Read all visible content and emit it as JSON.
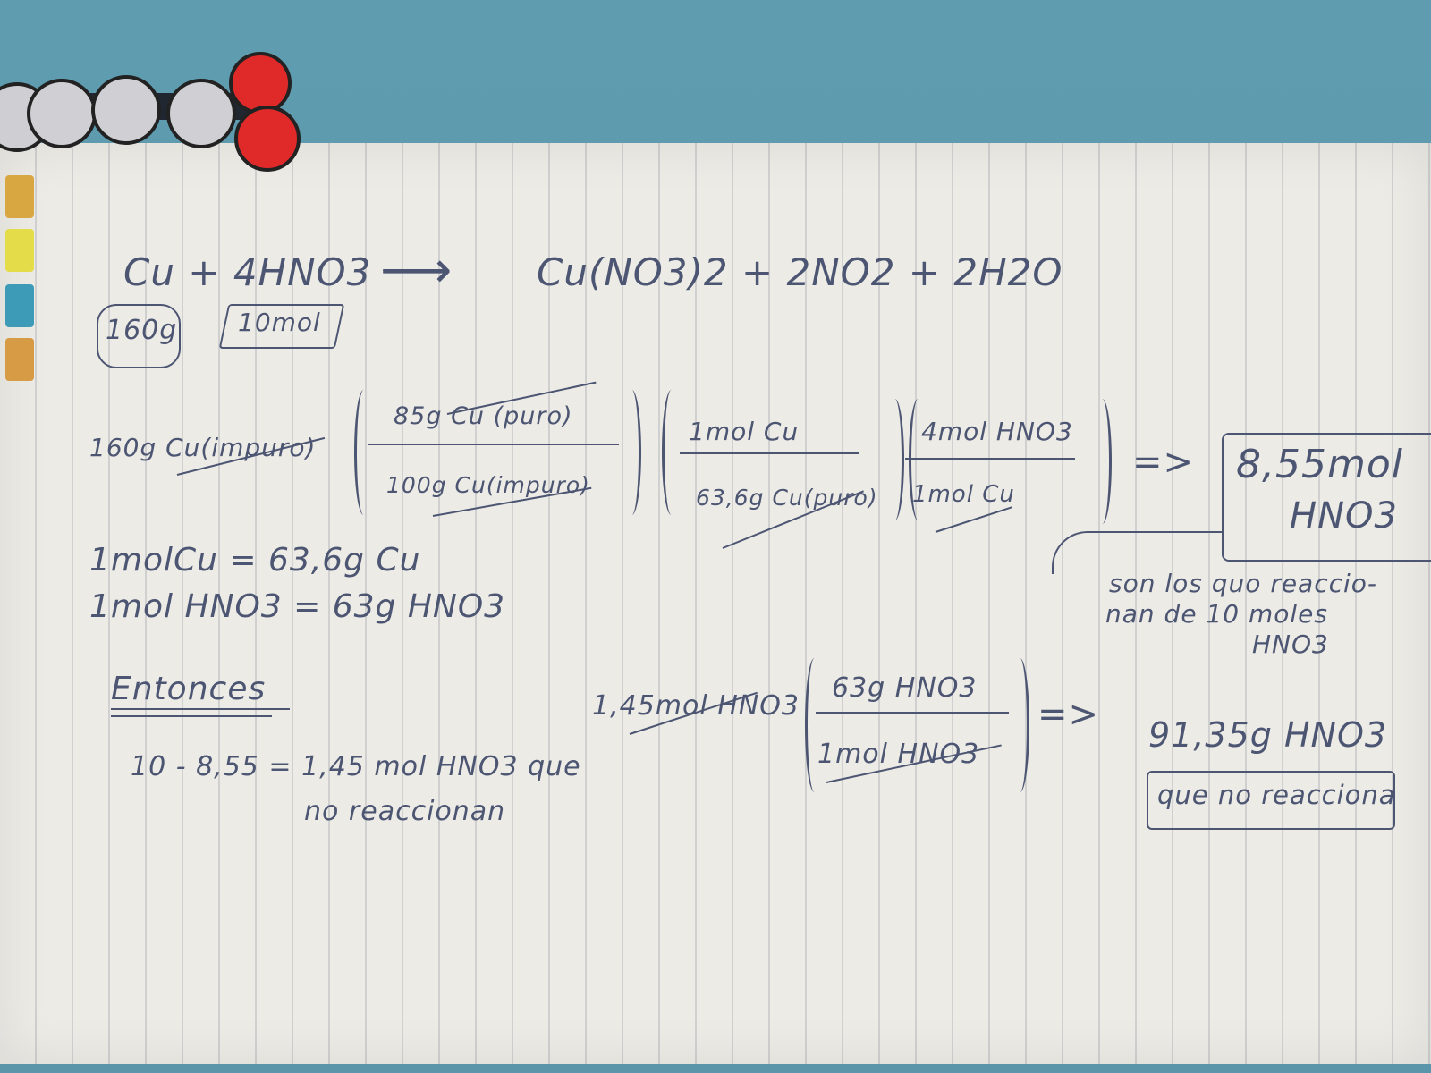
{
  "equation": {
    "reactant1": "Cu + 4HNO3",
    "arrow": "⟶",
    "products": "Cu(NO3)2 + 2NO2 + 2H2O",
    "mass_cu": "160g",
    "mol_hno3": "10mol"
  },
  "calc1": {
    "start": "160g Cu(impuro)",
    "f1_num": "85g Cu (puro)",
    "f1_den": "100g Cu(impuro)",
    "f2_num": "1mol Cu",
    "f2_den": "63,6g Cu(puro)",
    "f3_num": "4mol HNO3",
    "f3_den": "1mol Cu",
    "arrow": "=>",
    "result_line1": "8,55mol",
    "result_line2": "HNO3"
  },
  "note": {
    "line1": "son los quo reaccio-",
    "line2": "nan de 10 moles",
    "line3": "HNO3"
  },
  "facts": {
    "line1": "1molCu = 63,6g Cu",
    "line2": "1mol HNO3 = 63g HNO3"
  },
  "entonces": {
    "heading": "Entonces",
    "line1": "10 - 8,55 = 1,45 mol HNO3 que",
    "line2": "no reaccionan"
  },
  "calc2": {
    "start": "1,45mol HNO3",
    "num": "63g HNO3",
    "den": "1mol HNO3",
    "arrow": "=>",
    "result": "91,35g HNO3",
    "result_note": "que no reacciona"
  }
}
